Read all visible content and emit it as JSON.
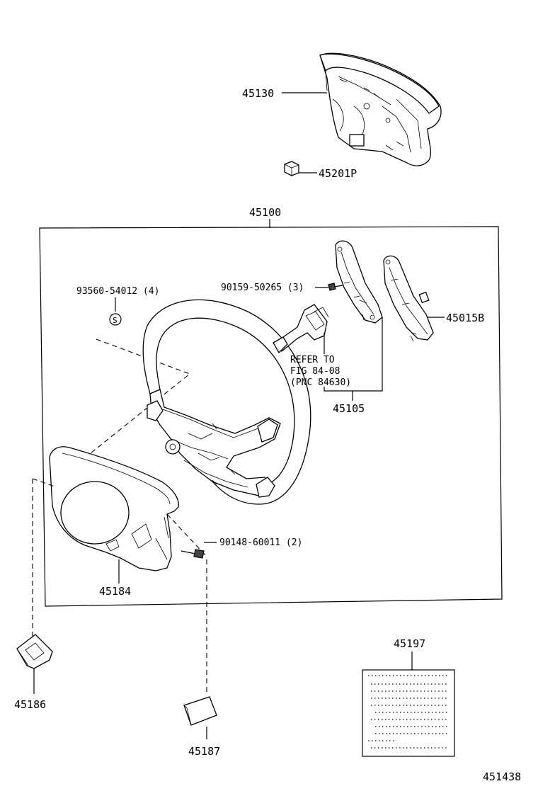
{
  "diagram": {
    "figure_code": "451438",
    "labels": {
      "p45130": "45130",
      "p45201p": "45201P",
      "p45100": "45100",
      "p93560": "93560-54012 (4)",
      "s_mark": "S",
      "p90159": "90159-50265 (3)",
      "p45015b": "45015B",
      "refer_1": "REFER TO",
      "refer_2": "FIG 84-08",
      "refer_3": "(PNC 84630)",
      "p45105": "45105",
      "p90148": "90148-60011 (2)",
      "p45184": "45184",
      "p45186": "45186",
      "p45187": "45187",
      "p45197": "45197"
    }
  }
}
